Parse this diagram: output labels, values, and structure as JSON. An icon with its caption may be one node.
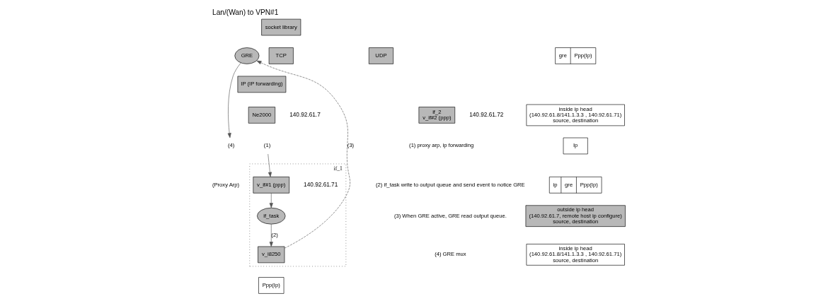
{
  "diagram": {
    "title": "Lan/(Wan) to VPN#1",
    "nodes": [
      {
        "text": [
          "socket library"
        ]
      },
      {
        "text": [
          "GRE"
        ]
      },
      {
        "text": [
          "TCP"
        ]
      },
      {
        "text": [
          "UDP"
        ]
      },
      {
        "text": [
          "IP (IP forwarding)"
        ]
      },
      {
        "text": [
          "Ne2000"
        ],
        "beside": [
          "140.92.61.7"
        ]
      },
      {
        "text": [
          "if_1"
        ]
      },
      {
        "text": [
          "v_if#1 (ppp)"
        ],
        "in": 6,
        "beside": [
          "140.92.61.71"
        ]
      },
      {
        "text": [
          "if_task"
        ],
        "in": 6
      },
      {
        "text": [
          "v_i8250"
        ],
        "in": 6
      },
      {
        "text": [
          "if_2",
          "v_if#2 (ppp)"
        ],
        "beside": [
          "140.92.61.72"
        ]
      },
      {
        "text": [
          "(4)"
        ]
      },
      {
        "text": [
          "(1)"
        ]
      },
      {
        "text": [
          "gre",
          "Ppp(Ip)"
        ]
      },
      {
        "text": [
          "inside ip head",
          "(140.92.61.8/141.1.3.3 , 140.92.61.71)",
          "source, destination"
        ]
      },
      {
        "text": [
          "Ip"
        ]
      },
      {
        "text": [
          "ip",
          "gre",
          "Ppp(Ip)"
        ]
      },
      {
        "text": [
          "outside ip head",
          "(140.92.61.7, remote host ip configure)",
          "source, destination"
        ]
      },
      {
        "text": [
          "inside ip head",
          "(140.92.61.8/141.1.3.3 , 140.92.61.71)",
          "source, destination"
        ]
      },
      {
        "text": [
          "Ppp(Ip)"
        ]
      }
    ],
    "edges": [
      {
        "from": 1,
        "to": 11,
        "arrow": "to"
      },
      {
        "from": 12,
        "to": 7,
        "arrow": "to"
      },
      {
        "from": 7,
        "to": 8,
        "arrow": "to"
      },
      {
        "from": 8,
        "to": 9,
        "label": "(2)",
        "arrow": "to"
      },
      {
        "from": 9,
        "to": 1,
        "label": "(3)",
        "arrow": "to",
        "style": "dashed"
      }
    ],
    "labels": [
      "(Proxy Arp)",
      "(1) proxy arp, ip forwarding",
      "(2) if_task write to output queue and send event to notice GRE",
      "(3) When GRE active, GRE read output queue.",
      "(4) GRE mux"
    ]
  }
}
